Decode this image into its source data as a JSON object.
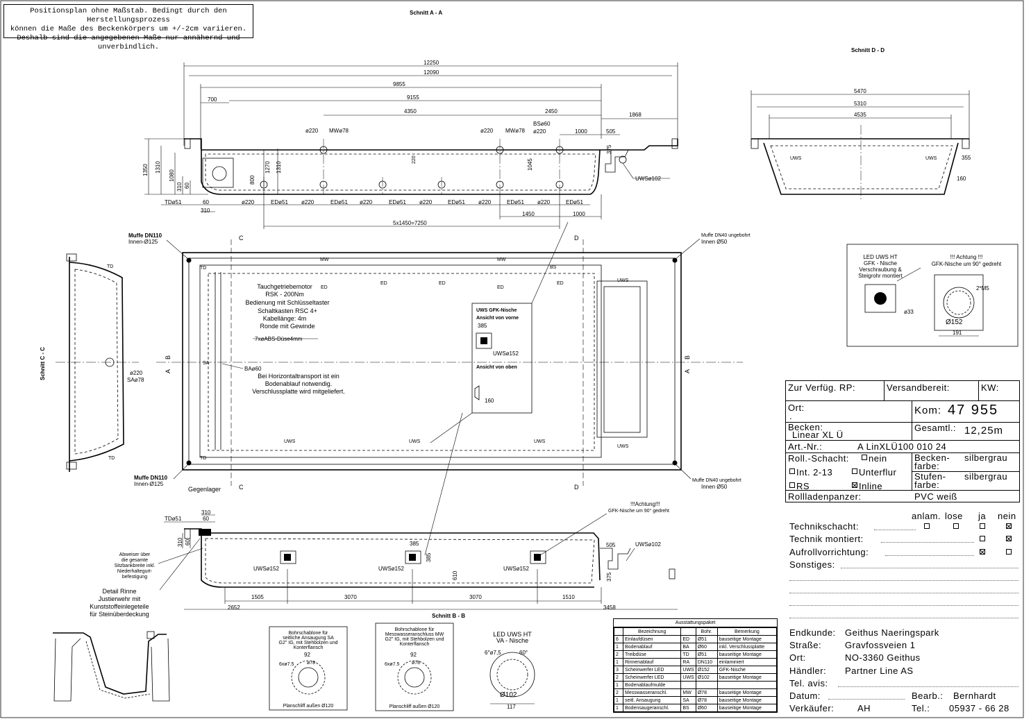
{
  "note": {
    "text": "Positionsplan ohne Maßstab. Bedingt durch den Herstellungsprozess\nkönnen die Maße des Beckenkörpers um +/-2cm variieren.\nDeshalb sind die angegebenen Maße nur annähernd und unverbindlich."
  },
  "sections": {
    "aa": "Schnitt A - A",
    "bb": "Schnitt B - B",
    "cc": "Schnitt C - C",
    "dd": "Schnitt D - D"
  },
  "section_aa": {
    "dims_top": [
      "12250",
      "12090",
      "9855",
      "9155",
      "700",
      "4350",
      "2450",
      "1868",
      "1000",
      "505"
    ],
    "dims_left": [
      "1350",
      "1310",
      "1080",
      "310",
      "60",
      "1270",
      "1310",
      "800"
    ],
    "dims_inner": [
      "220",
      "1045",
      "375"
    ],
    "top_labels": [
      "ø220",
      "MWø78",
      "ø220",
      "MWø78",
      "BSø60",
      "ø220"
    ],
    "uws": "UWSø102",
    "bottom_row": [
      "TDø51",
      "60",
      "310",
      "ø220",
      "EDø51",
      "ø220",
      "EDø51",
      "ø220",
      "EDø51",
      "ø220",
      "EDø51",
      "ø220",
      "EDø51",
      "ø220",
      "EDø51"
    ],
    "dims_bottom": [
      "1450",
      "1000",
      "5x1450=7250"
    ]
  },
  "section_dd": {
    "dims": [
      "5470",
      "5310",
      "4535",
      "355",
      "160"
    ],
    "uws": [
      "UWS",
      "UWS"
    ]
  },
  "section_cc": {
    "labels": [
      "TD",
      "ø220",
      "SAø78",
      "TD"
    ]
  },
  "plan": {
    "muffe_tl": [
      "Muffe DN110",
      "Innen-Ø125"
    ],
    "muffe_bl": [
      "Muffe DN110",
      "Innen-Ø125"
    ],
    "muffe_tr": [
      "Muffe DN40 ungebohrt",
      "Innen Ø50"
    ],
    "muffe_br": [
      "Muffe DN40 ungebohrt",
      "Innen Ø50"
    ],
    "gegenlager": "Gegenlager",
    "motor": [
      "Tauchgetriebemotor",
      "RSK - 200Nm",
      "Bedienung mit Schlüsseltaster",
      "Schaltkasten RSC 4+",
      "Kabellänge: 4m",
      "Ronde mit Gewinde"
    ],
    "abs": "7xøABS-Düse4mm",
    "ba": "BAø60",
    "horizontal": [
      "Bei Horizontaltransport ist ein",
      "Bodenablauf notwendig.",
      "Verschlussplatte wird mitgeliefert."
    ],
    "marks": {
      "c": "C",
      "d": "D",
      "a": "A",
      "b": "B",
      "td": "TD",
      "mw": "MW",
      "ed": "ED",
      "bs": "BS",
      "sa": "SA",
      "uws": "UWS"
    },
    "gfk": {
      "title": "UWS  GFK-Nische",
      "front": "Ansicht von vorne",
      "top": "Ansicht von oben",
      "d385": "385",
      "uws": "UWSø152",
      "d160": "160"
    }
  },
  "led_box": {
    "left": [
      "LED UWS HT",
      "GFK - Nische",
      "Verschraubung &",
      "Steigrohr montiert"
    ],
    "right": [
      "!!! Achtung !!!",
      "GFK-Nische um 90° gedreht"
    ],
    "d33": "ø33",
    "m5": "2*M5",
    "d152": "Ø152",
    "d191": "191"
  },
  "section_bb": {
    "left_top": [
      "TDø51",
      "310",
      "60",
      "310",
      "60"
    ],
    "achtung": [
      "!!!Achtung!!!",
      "GFK-Nische um 90° gedreht"
    ],
    "dims": [
      "385",
      "385",
      "610",
      "505",
      "375",
      "1505",
      "3070",
      "3070",
      "1510",
      "2652",
      "3458"
    ],
    "uws": [
      "UWSø152",
      "UWSø152",
      "UWSø152",
      "UWSø102"
    ],
    "abweiser": [
      "Abweiser über",
      "die gesamte",
      "Sitzbankbreite inkl.",
      "Niederhaltegurt-",
      "befestigung"
    ],
    "rinne": [
      "Detail Rinne",
      "Justierwehr mit",
      "Kunststoffeinlegeteile",
      "für Steinüberdeckung"
    ]
  },
  "templates": {
    "sa": {
      "title": [
        "Bohrschablone für",
        "seitliche Ansaugung SA",
        "G2\" IG, mit Stehbolzen und",
        "Konterflansch"
      ],
      "d92": "92",
      "d78": "ø78",
      "holes": "6xø7.5",
      "foot": "Planschliff außen Ø120"
    },
    "mw": {
      "title": [
        "Bohrschablone für",
        "Messwasseranschluss MW",
        "G2\" IG, mit Stehbolzen und",
        "Konterflansch"
      ],
      "d92": "92",
      "d78": "ø78",
      "holes": "6xø7.5",
      "foot": "Planschliff außen Ø120"
    },
    "led": {
      "title": [
        "LED UWS HT",
        "VA - Nische"
      ],
      "holes": "6°ø7,5",
      "angle": "60°",
      "d102": "Ø102",
      "d117": "117"
    }
  },
  "equipment": {
    "caption": "Ausstattungspaket",
    "headers": [
      "",
      "Bezeichnung",
      "",
      "Bohr.",
      "Bemerkung"
    ],
    "rows": [
      [
        "6",
        "Einlaufdüsen",
        "ED",
        "Ø51",
        "bauseitige Montage"
      ],
      [
        "1",
        "Bodenablauf",
        "BA",
        "Ø60",
        "inkl. Verschlussplatte"
      ],
      [
        "2",
        "Treibdüse",
        "TD",
        "Ø51",
        "bauseitige Montage"
      ],
      [
        "1",
        "Rinnenablauf",
        "RA",
        "DN110",
        "einlaminiert"
      ],
      [
        "3",
        "Scheinwerfer LED",
        "UWS",
        "Ø152",
        "GFK-Nische"
      ],
      [
        "2",
        "Scheinwerfer LED",
        "UWS",
        "Ø102",
        "bauseitige Montage"
      ],
      [
        "1",
        "Bodenablaufmulde",
        "",
        "",
        ""
      ],
      [
        "2",
        "Messwasseranschl.",
        "MW",
        "Ø78",
        "bauseitige Montage"
      ],
      [
        "1",
        "seitl. Ansaugung",
        "SA",
        "Ø78",
        "bauseitige Montage"
      ],
      [
        "1",
        "Bodensaugeranschl.",
        "BS",
        "Ø60",
        "bauseitige Montage"
      ]
    ]
  },
  "titleblock": {
    "verfueg": "Zur Verfüg. RP:",
    "versand": "Versandbereit:",
    "kw": "KW:",
    "ort_label": "Ort:",
    "ort_value": ".",
    "kom_label": "Kom:",
    "kom_value": "47 955",
    "becken_label": "Becken:",
    "becken_value": "Linear XL Ü",
    "gesamtl_label": "Gesamtl.:",
    "gesamtl_value": "12,25m",
    "art_label": "Art.-Nr.:",
    "art_value": "A LinXLÜ100 010 24",
    "roll": "Roll.-Schacht:",
    "nein": "nein",
    "int": "Int. 2-13",
    "unterflur": "Unterflur",
    "rs": "RS",
    "inline": "Inline",
    "beckenfarbe_label": [
      "Becken-",
      "farbe:"
    ],
    "beckenfarbe_value": "silbergrau",
    "stufenfarbe_label": [
      "Stufen-",
      "farbe:"
    ],
    "stufenfarbe_value": "silbergrau",
    "panzer_label": "Rollladenpanzer:",
    "panzer_value": "PVC weiß",
    "cols": [
      "anlam.",
      "lose",
      "ja",
      "nein"
    ],
    "techschacht": "Technikschacht:",
    "techmontiert": "Technik montiert:",
    "aufroll": "Aufrollvorrichtung:",
    "sonstiges": "Sonstiges:",
    "endkunde_label": "Endkunde:",
    "endkunde_value": "Geithus Naeringspark",
    "strasse_label": "Straße:",
    "strasse_value": "Gravfossveien 1",
    "ort2_label": "Ort:",
    "ort2_value": "NO-3360 Geithus",
    "haendler_label": "Händler:",
    "haendler_value": "Partner Line AS",
    "tel_label": "Tel. avis:",
    "datum_label": "Datum:",
    "bearb_label": "Bearb.:",
    "bearb_value": "Bernhardt",
    "verkaeufer_label": "Verkäufer:",
    "verkaeufer_value": "AH",
    "tel2_label": "Tel.:",
    "tel2_value": "05937 - 66 28"
  }
}
